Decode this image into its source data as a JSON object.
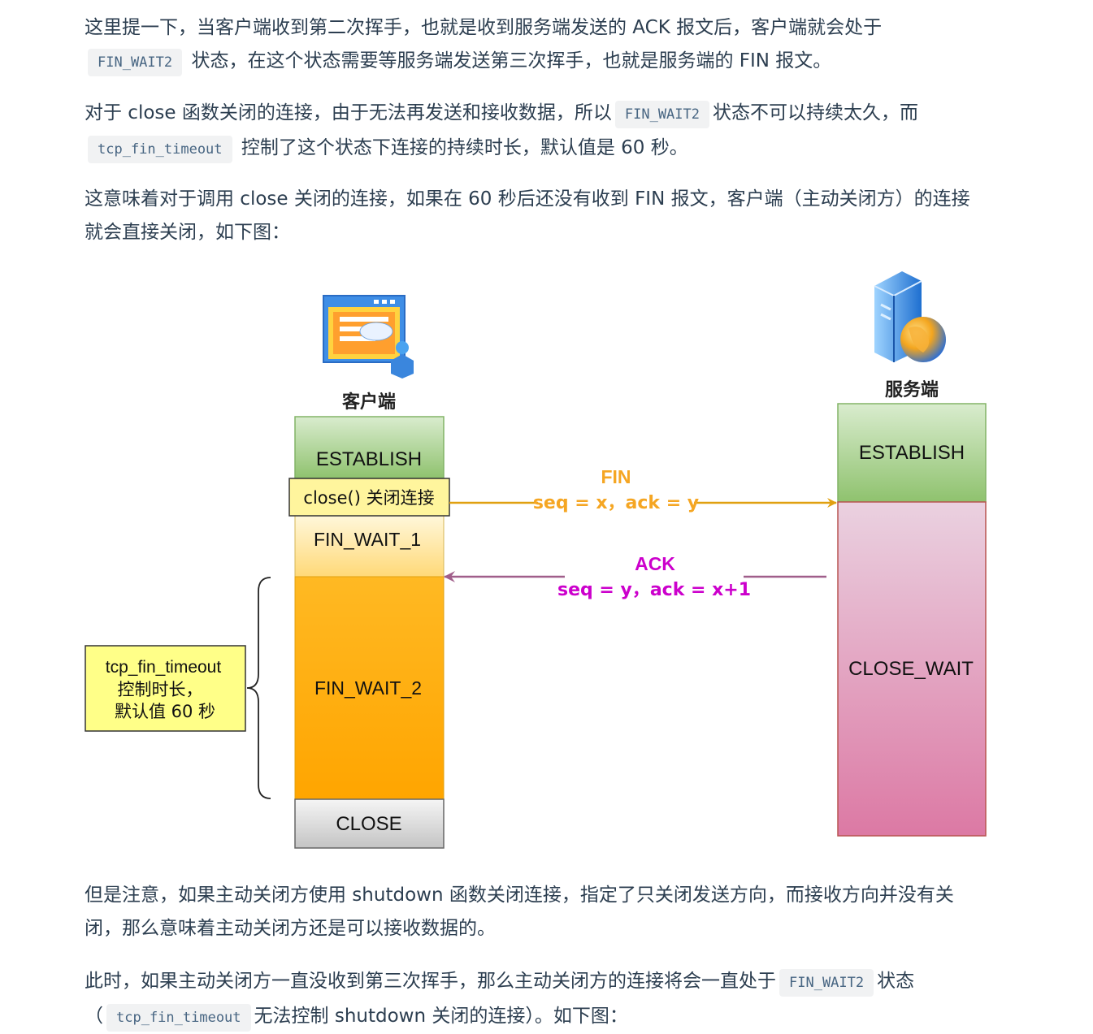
{
  "paragraphs": {
    "p1": {
      "a": "这里提一下，当客户端收到第二次挥手，也就是收到服务端发送的 ACK 报文后，客户端就会处于",
      "code1": "FIN_WAIT2",
      "b": "状态，在这个状态需要等服务端发送第三次挥手，也就是服务端的 FIN 报文。"
    },
    "p2": {
      "a": "对于 close 函数关闭的连接，由于无法再发送和接收数据，所以",
      "code1": "FIN_WAIT2",
      "b": "状态不可以持续太久，而",
      "code2": "tcp_fin_timeout",
      "c": "控制了这个状态下连接的持续时长，默认值是 60 秒。"
    },
    "p3": {
      "a": "这意味着对于调用 close 关闭的连接，如果在 60 秒后还没有收到 FIN 报文，客户端（主动关闭方）的连接就会直接关闭，如下图："
    },
    "p4": {
      "a": "但是注意，如果主动关闭方使用 shutdown 函数关闭连接，指定了只关闭发送方向，而接收方向并没有关闭，那么意味着主动关闭方还是可以接收数据的。"
    },
    "p5": {
      "a": "此时，如果主动关闭方一直没收到第三次挥手，那么主动关闭方的连接将会一直处于",
      "code1": "FIN_WAIT2",
      "b": "状态（",
      "code2": "tcp_fin_timeout",
      "c": "无法控制 shutdown 关闭的连接）。如下图："
    }
  },
  "diagram": {
    "client_label": "客户端",
    "server_label": "服务端",
    "client_states": {
      "establish": "ESTABLISH",
      "close_call": "close() 关闭连接",
      "fin_wait_1": "FIN_WAIT_1",
      "fin_wait_2": "FIN_WAIT_2",
      "close": "CLOSE"
    },
    "server_states": {
      "establish": "ESTABLISH",
      "close_wait": "CLOSE_WAIT"
    },
    "fin_arrow": {
      "title": "FIN",
      "detail": "seq = x，ack = y"
    },
    "ack_arrow": {
      "title": "ACK",
      "detail": "seq = y，ack = x+1"
    },
    "note": {
      "line1": "tcp_fin_timeout",
      "line2": "控制时长，",
      "line3": "默认值 60 秒"
    },
    "colors": {
      "fin_arrow": "#e0a010",
      "fin_text": "#f5a623",
      "ack_arrow": "#a05e8a",
      "ack_text": "#cc00cc",
      "establish_fill": "#8fc26e",
      "close_call_fill": "#fff59d",
      "fin_wait_2_fill": "#ffaa00",
      "close_fill": "#cfcfcf",
      "close_wait_fill": "#e08fb0"
    }
  }
}
